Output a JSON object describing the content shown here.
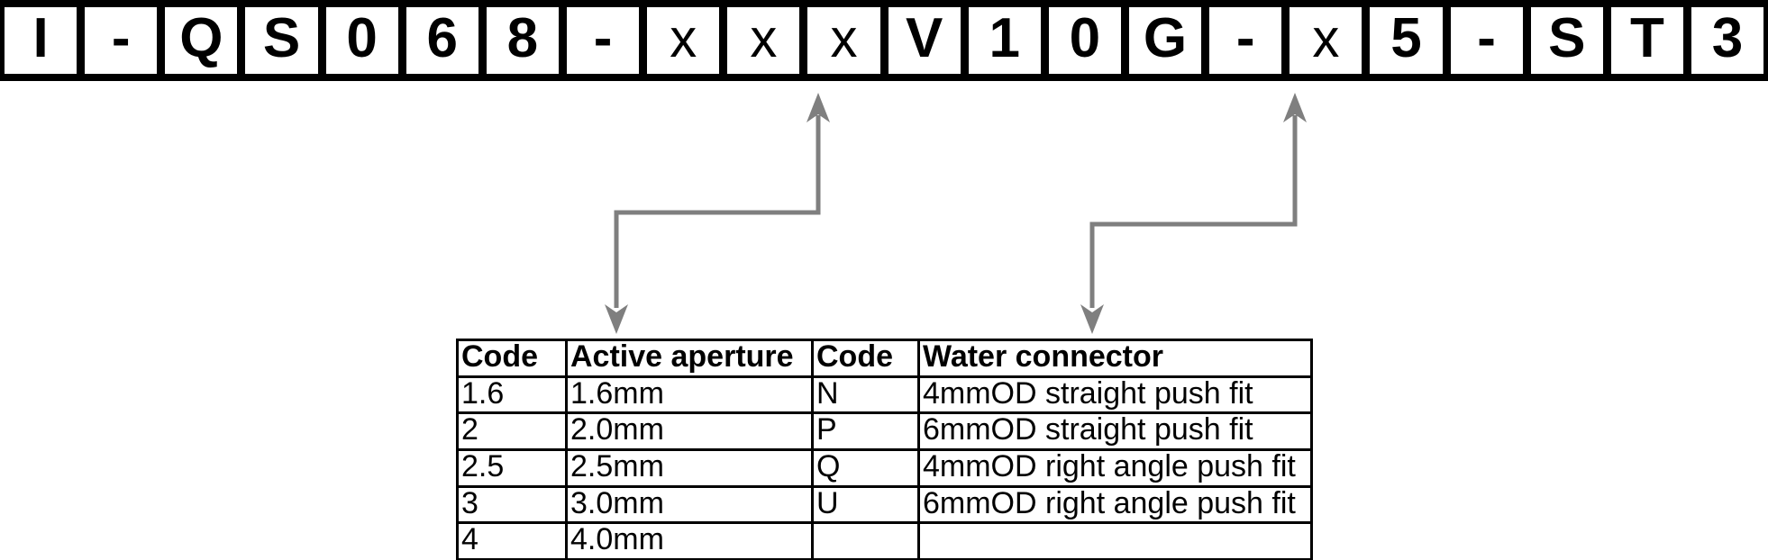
{
  "diagram": {
    "part_code_cells": [
      {
        "char": "I",
        "style": "bold"
      },
      {
        "char": "-",
        "style": "bold"
      },
      {
        "char": "Q",
        "style": "bold"
      },
      {
        "char": "S",
        "style": "bold"
      },
      {
        "char": "0",
        "style": "bold"
      },
      {
        "char": "6",
        "style": "bold"
      },
      {
        "char": "8",
        "style": "bold"
      },
      {
        "char": "-",
        "style": "bold"
      },
      {
        "char": "x",
        "style": "regular"
      },
      {
        "char": "x",
        "style": "regular"
      },
      {
        "char": "x",
        "style": "regular"
      },
      {
        "char": "V",
        "style": "bold"
      },
      {
        "char": "1",
        "style": "bold"
      },
      {
        "char": "0",
        "style": "bold"
      },
      {
        "char": "G",
        "style": "bold"
      },
      {
        "char": "-",
        "style": "bold"
      },
      {
        "char": "x",
        "style": "regular"
      },
      {
        "char": "5",
        "style": "bold"
      },
      {
        "char": "-",
        "style": "bold"
      },
      {
        "char": "S",
        "style": "bold"
      },
      {
        "char": "T",
        "style": "bold"
      },
      {
        "char": "3",
        "style": "bold"
      }
    ],
    "colors": {
      "arrow": "#7f7f7f",
      "border": "#000000",
      "background": "#ffffff"
    },
    "table": {
      "headers": [
        "Code",
        "Active aperture",
        "Code",
        "Water connector"
      ],
      "rows": [
        [
          "1.6",
          "1.6mm",
          "N",
          "4mmOD straight push fit"
        ],
        [
          "2",
          "2.0mm",
          "P",
          "6mmOD straight push fit"
        ],
        [
          "2.5",
          "2.5mm",
          "Q",
          "4mmOD right angle push fit"
        ],
        [
          "3",
          "3.0mm",
          "U",
          "6mmOD right angle push fit"
        ],
        [
          "4",
          "4.0mm",
          "",
          ""
        ]
      ]
    }
  }
}
